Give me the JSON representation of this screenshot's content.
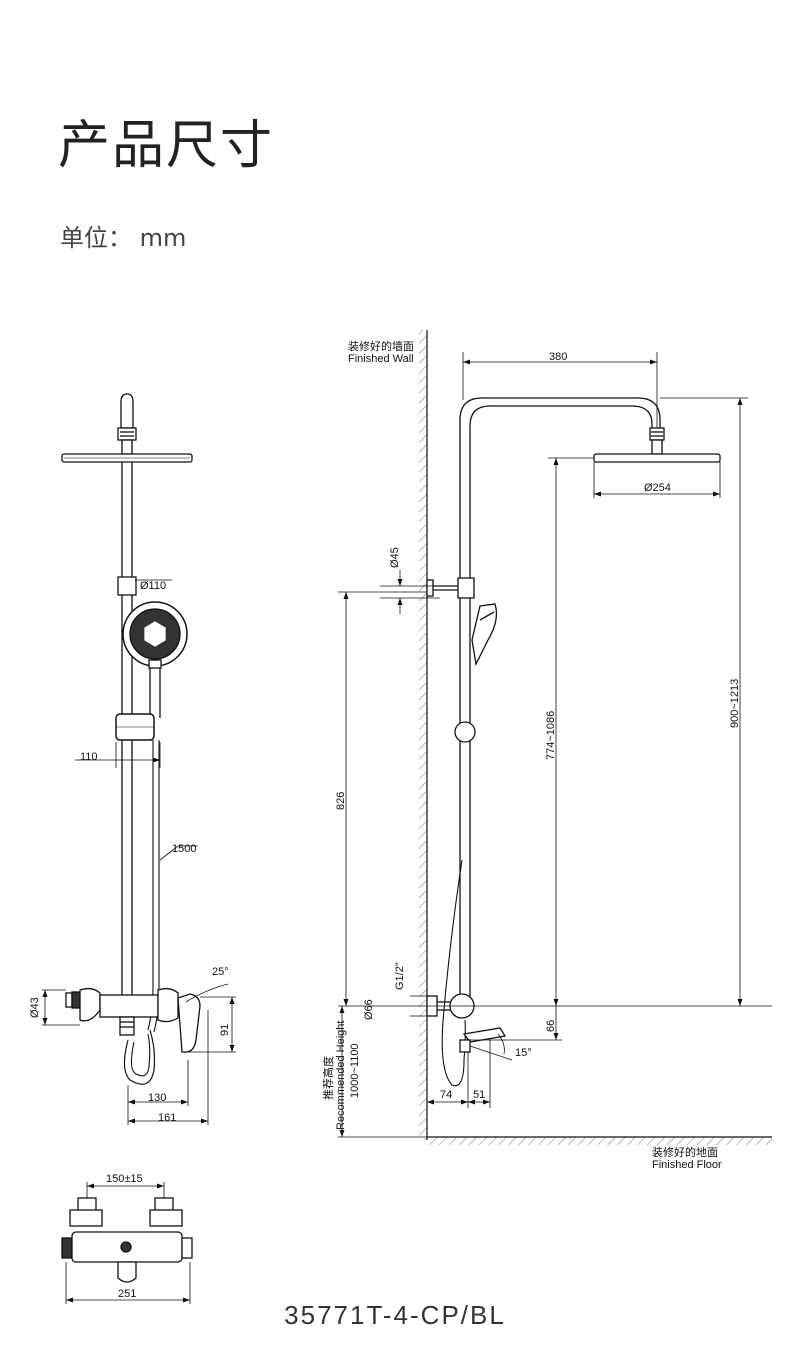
{
  "header": {
    "title": "产品尺寸",
    "unit": "单位： mm"
  },
  "front_view": {
    "dims": {
      "d110": "Ø110",
      "w110": "110",
      "hose": "1500",
      "d43": "Ø43",
      "angle25": "25°",
      "h91": "91",
      "w130": "130",
      "w161": "161"
    }
  },
  "side_view": {
    "wall_label_cn": "装修好的墙面",
    "wall_label_en": "Finished Wall",
    "floor_label_cn": "装修好的地面",
    "floor_label_en": "Finished Floor",
    "dims": {
      "w380": "380",
      "d254": "Ø254",
      "d45": "Ø45",
      "h826": "826",
      "h774": "774~1086",
      "h900": "900~1213",
      "g12": "G1/2\"",
      "d66": "Ø66",
      "h66": "66",
      "angle15": "15°",
      "w74": "74",
      "w51": "51"
    },
    "recommended_cn": "推荐高度",
    "recommended_en": "Recommended Height",
    "recommended_range": "1000~1100"
  },
  "mixer_view": {
    "dims": {
      "w150": "150±15",
      "w251": "251"
    }
  },
  "footer": {
    "model": "35771T-4-CP/BL"
  }
}
